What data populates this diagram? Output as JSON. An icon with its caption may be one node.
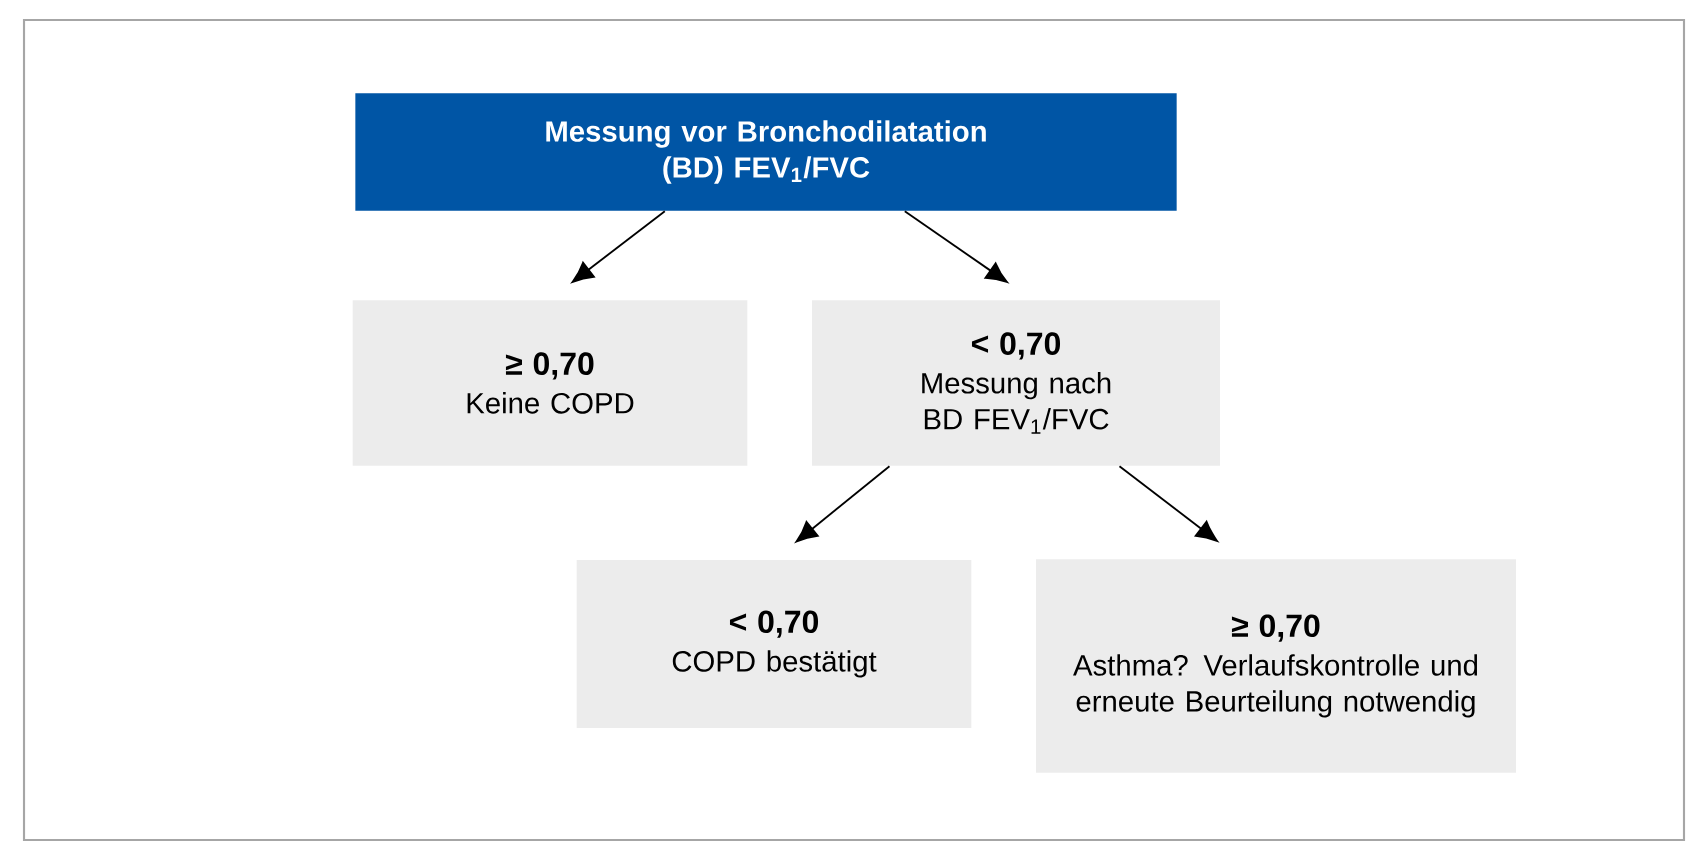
{
  "diagram": {
    "nodes": [
      {
        "text": [
          "Messung vor Bronchodilatation (BD) FEV$_{1}$/FVC"
        ]
      },
      {
        "text": [
          "≥ 0,70",
          "Keine COPD"
        ]
      },
      {
        "text": [
          "< 0,70",
          "Messung nach BD FEV$_{1}$/FVC"
        ]
      },
      {
        "text": [
          "< 0,70",
          "COPD bestätigt"
        ]
      },
      {
        "text": [
          "≥ 0,70",
          "Asthma? Verlaufskontrolle und erneute Beurteilung notwendig"
        ]
      }
    ],
    "edges": [
      {
        "from": 0,
        "to": 1,
        "arrow": "to"
      },
      {
        "from": 0,
        "to": 2,
        "arrow": "to"
      },
      {
        "from": 2,
        "to": 3,
        "arrow": "to"
      },
      {
        "from": 2,
        "to": 4,
        "arrow": "to"
      }
    ]
  }
}
